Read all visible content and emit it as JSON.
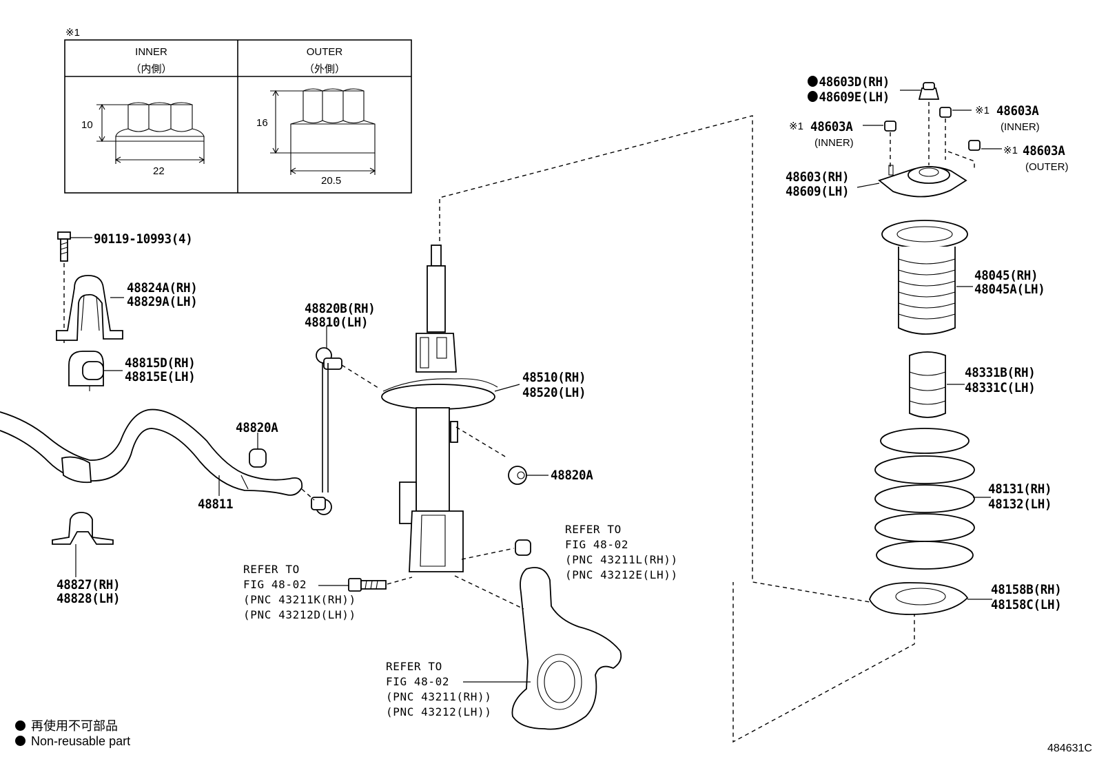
{
  "note_mark": "※1",
  "table": {
    "inner_title": "INNER",
    "inner_subtitle": "（内側）",
    "outer_title": "OUTER",
    "outer_subtitle": "（外側）",
    "inner_height": "10",
    "inner_width": "22",
    "outer_height": "16",
    "outer_width": "20.5"
  },
  "parts": {
    "bolt": "90119-10993(4)",
    "bracket_rh": "48824A(RH)",
    "bracket_lh": "48829A(LH)",
    "bushing_rh": "48815D(RH)",
    "bushing_lh": "48815E(LH)",
    "link_rh": "48820B(RH)",
    "link_lh": "48810(LH)",
    "nut_upper": "48820A",
    "stabilizer_bar": "48811",
    "clamp_rh": "48827(RH)",
    "clamp_lh": "48828(LH)",
    "strut_rh": "48510(RH)",
    "strut_lh": "48520(LH)",
    "nut_strut": "48820A",
    "nut_top_rh": "48603D(RH)",
    "nut_top_lh": "48609E(LH)",
    "nut_a_inner_right": "48603A",
    "nut_a_inner_right_sub": "(INNER)",
    "nut_a_inner_left": "48603A",
    "nut_a_inner_left_sub": "(INNER)",
    "nut_a_outer": "48603A",
    "nut_a_outer_sub": "(OUTER)",
    "support_rh": "48603(RH)",
    "support_lh": "48609(LH)",
    "boot_rh": "48045(RH)",
    "boot_lh": "48045A(LH)",
    "bumper_rh": "48331B(RH)",
    "bumper_lh": "48331C(LH)",
    "spring_rh": "48131(RH)",
    "spring_lh": "48132(LH)",
    "insulator_rh": "48158B(RH)",
    "insulator_lh": "48158C(LH)"
  },
  "refs": {
    "nut_ref": {
      "line1": "REFER TO",
      "line2": "FIG 48-02",
      "line3": "(PNC 43211L(RH))",
      "line4": "(PNC 43212E(LH))"
    },
    "bolt_ref": {
      "line1": "REFER TO",
      "line2": "FIG 48-02",
      "line3": "(PNC 43211K(RH))",
      "line4": "(PNC 43212D(LH))"
    },
    "knuckle_ref": {
      "line1": "REFER TO",
      "line2": "FIG 48-02",
      "line3": "(PNC 43211(RH))",
      "line4": "(PNC 43212(LH))"
    }
  },
  "legend": {
    "line1": "再使用不可部品",
    "line2": "Non-reusable part"
  },
  "figure_id": "484631C"
}
